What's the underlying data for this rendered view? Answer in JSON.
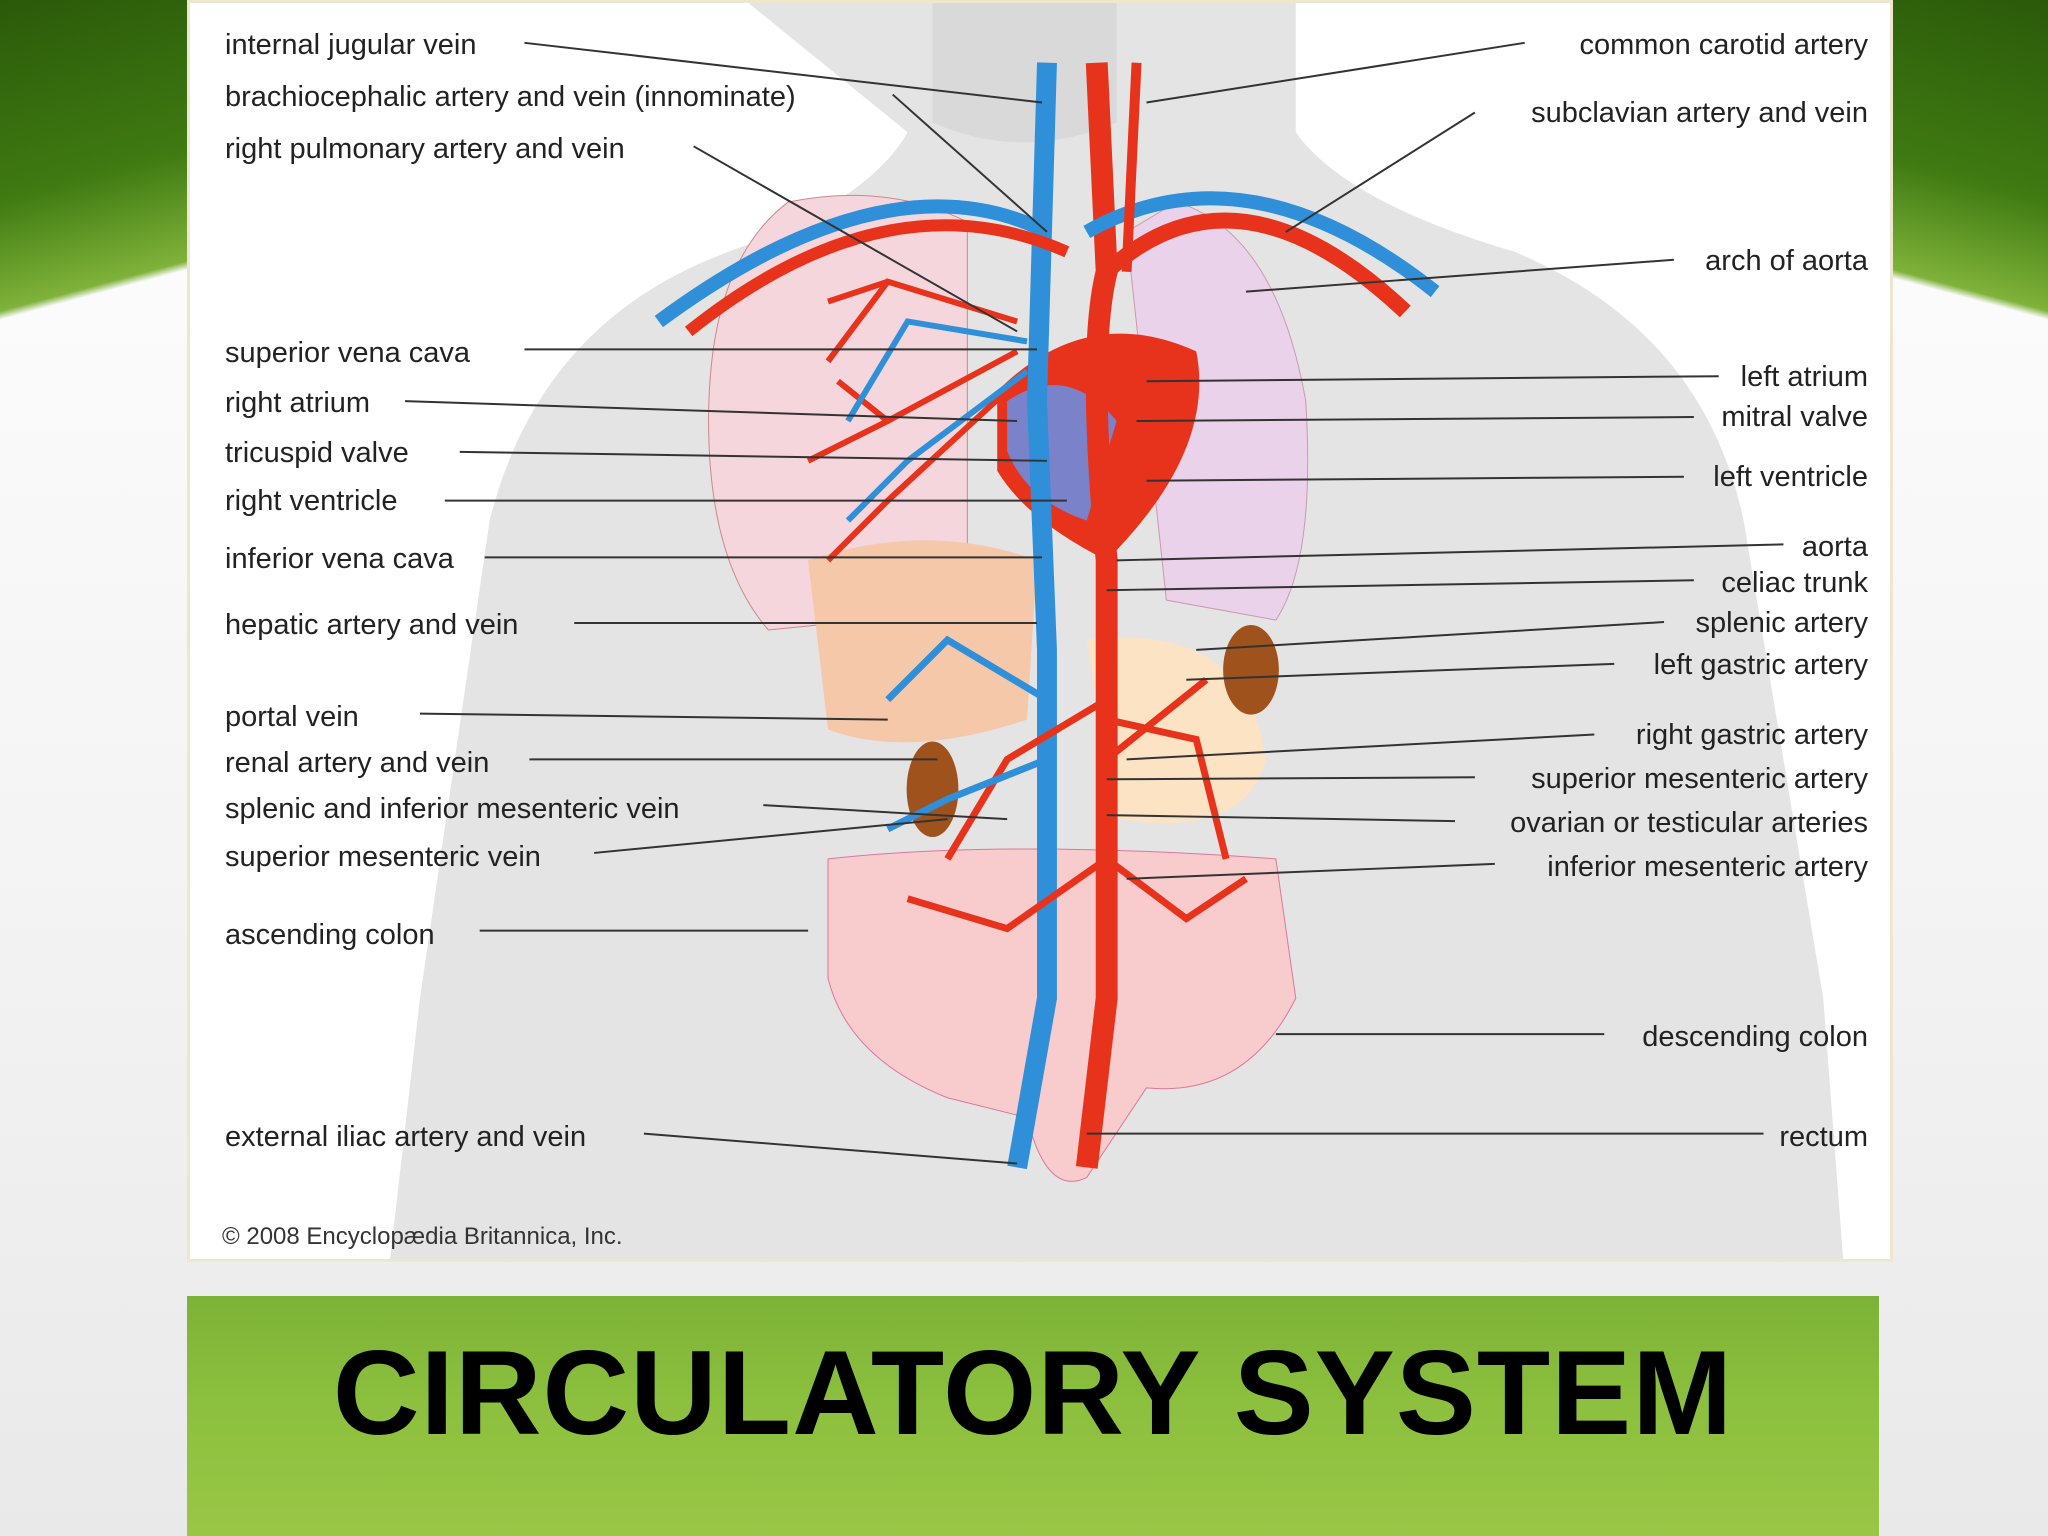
{
  "banner": {
    "title": "CIRCULATORY SYSTEM"
  },
  "diagram": {
    "copyright": "© 2008 Encyclopædia Britannica, Inc.",
    "left_labels": [
      "internal jugular vein",
      "brachiocephalic artery and vein (innominate)",
      "right pulmonary artery and vein",
      "superior vena cava",
      "right atrium",
      "tricuspid valve",
      "right ventricle",
      "inferior vena cava",
      "hepatic artery and vein",
      "portal vein",
      "renal artery and vein",
      "splenic and inferior mesenteric vein",
      "superior mesenteric vein",
      "ascending colon",
      "external iliac artery and vein"
    ],
    "right_labels": [
      "common carotid artery",
      "subclavian artery and vein",
      "arch of aorta",
      "left atrium",
      "mitral valve",
      "left ventricle",
      "aorta",
      "celiac trunk",
      "splenic artery",
      "left gastric artery",
      "right gastric artery",
      "superior mesenteric artery",
      "ovarian or testicular arteries",
      "inferior mesenteric artery",
      "descending colon",
      "rectum"
    ]
  },
  "colors": {
    "artery": "#e8331c",
    "vein": "#2f8fd8",
    "banner": "#8cc03e"
  }
}
